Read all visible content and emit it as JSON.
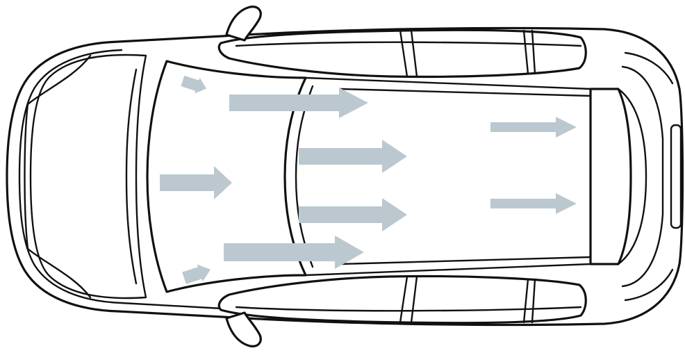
{
  "diagram": {
    "subject": "car-top-view",
    "arrow_color": "#bcc8cf",
    "outline_color": "#111111",
    "background": "#ffffff",
    "airflow_arrows": [
      {
        "id": "front-left-small",
        "size": "small"
      },
      {
        "id": "front-right-small",
        "size": "small"
      },
      {
        "id": "hood-center",
        "size": "medium"
      },
      {
        "id": "roof-front-left",
        "size": "large"
      },
      {
        "id": "roof-front-right",
        "size": "large"
      },
      {
        "id": "roof-middle-left",
        "size": "large"
      },
      {
        "id": "roof-middle-right",
        "size": "large"
      },
      {
        "id": "roof-rear-left",
        "size": "thin"
      },
      {
        "id": "roof-rear-right",
        "size": "thin"
      }
    ]
  }
}
